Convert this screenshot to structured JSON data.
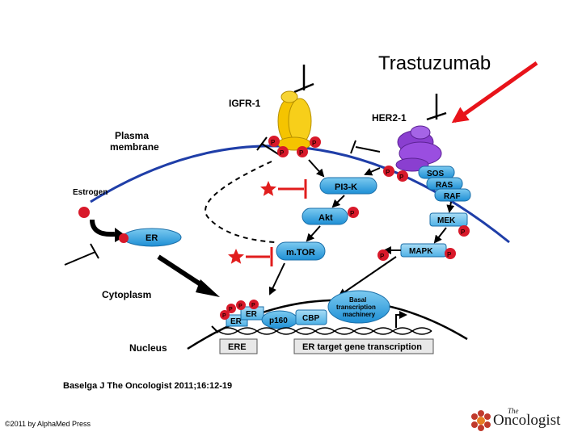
{
  "title": "Trastuzumab",
  "labels": {
    "igfr": "IGFR-1",
    "her2": "HER2-1",
    "plasma1": "Plasma",
    "plasma2": "membrane",
    "estrogen": "Estrogen",
    "er": "ER",
    "pi3k": "PI3-K",
    "akt": "Akt",
    "mtor": "m.TOR",
    "sos": "SOS",
    "ras": "RAS",
    "raf": "RAF",
    "mek": "MEK",
    "mapk": "MAPK",
    "cytoplasm": "Cytoplasm",
    "nucleus": "Nucleus",
    "er_nuc1": "ER",
    "er_nuc2": "ER",
    "p160": "p160",
    "cbp": "CBP",
    "basal1": "Basal",
    "basal2": "transcription",
    "basal3": "machinery",
    "ere": "ERE",
    "er_target": "ER target gene transcription",
    "p": "P"
  },
  "citation": "Baselga J The Oncologist 2011;16:12-19",
  "copyright": "©2011 by AlphaMed Press",
  "brand": {
    "name": "Oncologist",
    "sup": "The"
  },
  "colors": {
    "phospho": "#d8192a",
    "node": "#3aa7e3",
    "sky": "#2596d8",
    "igfr": "#f5c400",
    "her2": "#8a3fd0",
    "membrane": "#1f3ea8",
    "inhibit": "#e11d1d",
    "trastuzumab_arrow": "#e8131a"
  }
}
